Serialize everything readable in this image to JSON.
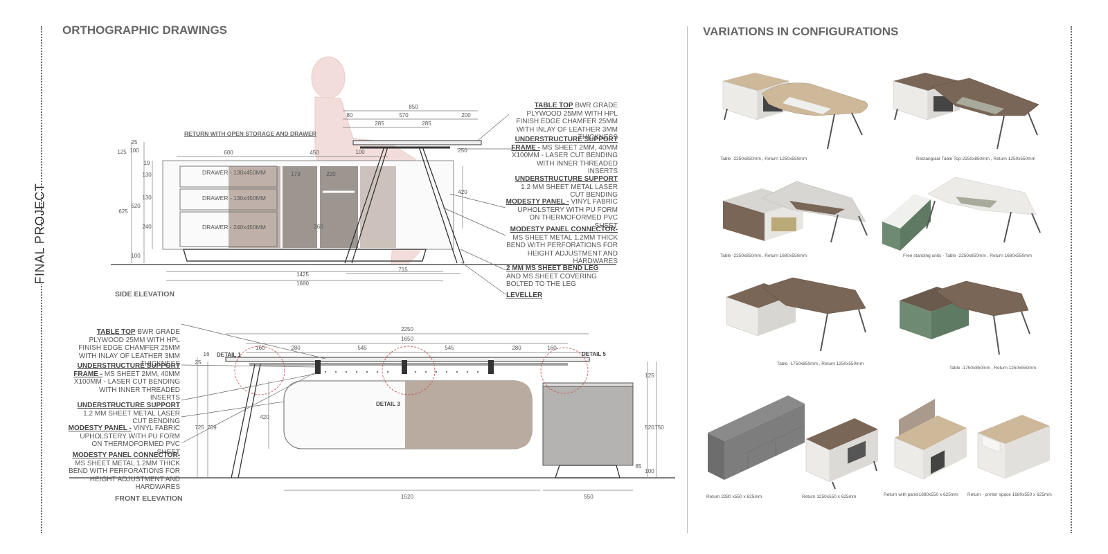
{
  "side_title": "FINAL PROJECT",
  "left": {
    "title": "ORTHOGRAPHIC DRAWINGS",
    "side": {
      "return_label": "RETURN WITH OPEN STORAGE AND DRAWER",
      "elevation_label": "SIDE ELEVATION",
      "drawers": [
        "DRAWER - 130x450MM",
        "DRAWER - 130x450MM",
        "DRAWER - 240x450MM"
      ],
      "dims": {
        "d850": "850",
        "d80": "80",
        "d570": "570",
        "d200": "200",
        "d285a": "285",
        "d285b": "285",
        "d600": "600",
        "d450": "450",
        "d173": "173",
        "d220": "220",
        "d250": "250",
        "d125": "125",
        "d100a": "100",
        "d25": "25",
        "d19": "19",
        "d130a": "130",
        "d130b": "130",
        "d240": "240",
        "d520": "520",
        "d625": "625",
        "d100b": "100",
        "d100c": "100",
        "d420": "420",
        "d715": "715",
        "d1425": "1425",
        "d1680": "1680",
        "d260": "260"
      },
      "notes": {
        "table_top_h": "TABLE TOP",
        "table_top_t": " BWR GRADE PLYWOOD 25MM WITH HPL FINISH EDGE CHAMFER 25MM WITH INLAY OF LEATHER 3MM THICKNESS",
        "frame_h1": "UNDERSTRUCTURE SUPPORT FRAME -",
        "frame_t": " MS SHEET 2MM,  40MM X100MM -  LASER CUT BENDING WITH INNER  THREADED INSERTS",
        "support_h": "UNDERSTRUCTURE SUPPORT",
        "support_t": " 1.2 MM SHEET METAL LASER CUT BENDING",
        "modesty_h": "MODESTY PANEL  -",
        "modesty_t": "  VINYL FABRIC UPHOLSTERY WITH PU FORM  ON THERMOFORMED PVC SHEET",
        "connector_h": "MODESTY PANEL CONNECTOR-",
        "connector_t": " MS SHEET METAL 1.2MM THICK BEND WITH PERFORATIONS FOR HEIGHT ADJUSTMENT AND HARDWARES",
        "leg_h": "2 MM MS SHEET BEND  LEG",
        "leg_t": "AND MS SHEET COVERING BOLTED TO THE LEG",
        "leveller": "LEVELLER"
      }
    },
    "front": {
      "elevation_label": "FRONT ELEVATION",
      "detail1": "DETAIL 1",
      "detail3": "DETAIL 3",
      "detail5": "DETAIL 5",
      "dims": {
        "d2250": "2250",
        "d1650": "1650",
        "d160a": "160",
        "d280a": "280",
        "d545a": "545",
        "d545b": "545",
        "d280b": "280",
        "d160b": "160",
        "d16": "16",
        "d25": "25",
        "d725": "725",
        "d709": "709",
        "d420": "420",
        "d125": "125",
        "d520": "520",
        "d750": "750",
        "d85": "85",
        "d100": "100",
        "d1520": "1520",
        "d550": "550"
      },
      "notes": {
        "table_top_h": "TABLE TOP",
        "table_top_t": " BWR GRADE PLYWOOD 25MM WITH HPL FINISH EDGE CHAMFER 25MM WITH INLAY OF LEATHER 3MM THICKNESS",
        "frame_h1": "UNDERSTRUCTURE SUPPORT FRAME -",
        "frame_t": " MS SHEET 2MM,  40MM X100MM -  LASER CUT BENDING WITH INNER  THREADED INSERTS",
        "support_h": "UNDERSTRUCTURE SUPPORT",
        "support_t": " 1.2 MM SHEET METAL LASER CUT BENDING",
        "modesty_h": "MODESTY PANEL  -",
        "modesty_t": "  VINYL FABRIC UPHOLSTERY WITH PU FORM  ON THERMOFORMED PVC SHEET",
        "connector_h": "MODESTY PANEL CONNECTOR-",
        "connector_t": " MS SHEET METAL 1.2MM THICK BEND WITH PERFORATIONS FOR HEIGHT ADJUSTMENT AND HARDWARES"
      }
    }
  },
  "right": {
    "title": "VARIATIONS IN CONFIGURATIONS",
    "captions": [
      "Table -2250x850mm , Return 1250x550mm",
      "Rectangular Table Top-2250x850mm , Return 1250x550mm",
      "Table -2250x850mm , Return 1680x550mm",
      "Free standing units - Table -2250x850mm , Return 1680x550mm",
      "Table -1750x850mm , Return 1250x550mm",
      "Table -1750x850mm , Return 1250x550mm",
      "Return 2280 x550 x 625mm",
      "Return 1250x550 x 625mm",
      "Return with panel1680x550 x 625mm",
      "Return - printer space 1680x550 x 625mm"
    ]
  },
  "colors": {
    "light_wood": "#cdb89a",
    "dark_wood": "#7a6656",
    "grey_leather": "#a8ab9c",
    "green": "#6f8a72",
    "white_body": "#ecebe8",
    "grey_unit": "#7d7d7d",
    "panel_tan": "#a99a8c"
  }
}
